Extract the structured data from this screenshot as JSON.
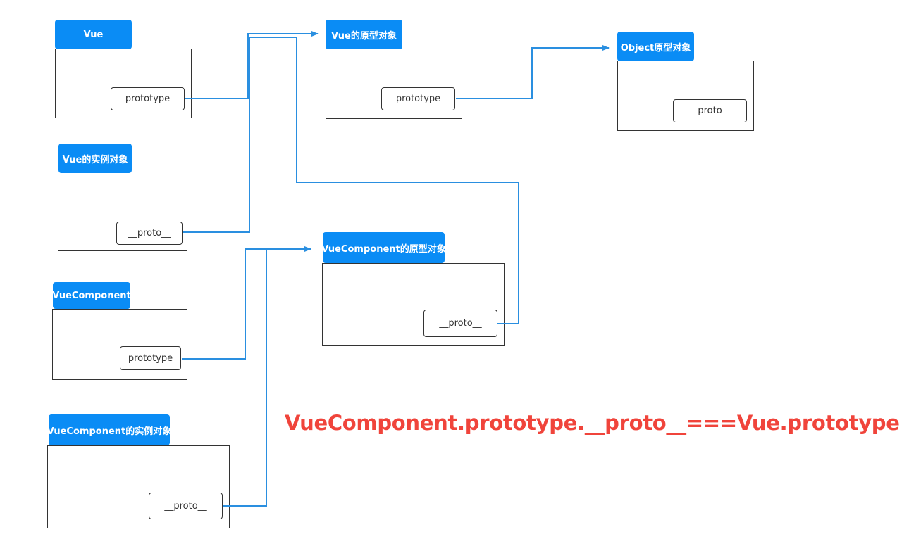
{
  "nodes": {
    "vue": {
      "title": "Vue",
      "field": "prototype"
    },
    "vue_instance": {
      "title": "Vue的实例对象",
      "field": "__proto__"
    },
    "vuecomponent": {
      "title": "VueComponent",
      "field": "prototype"
    },
    "vuecomponent_instance": {
      "title": "VueComponent的实例对象",
      "field": "__proto__"
    },
    "vue_prototype": {
      "title": "Vue的原型对象",
      "field": "prototype"
    },
    "object_prototype": {
      "title": "Object原型对象",
      "field": "__proto__"
    },
    "vuecomponent_prototype": {
      "title": "VueComponent的原型对象",
      "field": "__proto__"
    }
  },
  "formula": "VueComponent.prototype.__proto__===Vue.prototype",
  "colors": {
    "label_bg": "#0a8cf5",
    "connector": "#2a8fe0",
    "formula": "#f0443b",
    "border": "#333333"
  }
}
